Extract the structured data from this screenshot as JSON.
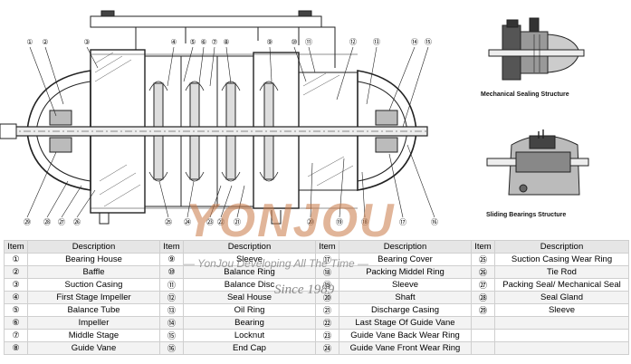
{
  "captions": {
    "mechanical_sealing": "Mechanical Sealing Structure",
    "sliding_bearings": "Sliding Bearings Structure"
  },
  "callouts_top": [
    "①",
    "②",
    "③",
    "④",
    "⑤",
    "⑥",
    "⑦",
    "⑧",
    "⑨",
    "⑩",
    "⑪",
    "⑫",
    "⑬",
    "⑭",
    "⑮"
  ],
  "callouts_bottom": [
    "㉙",
    "㉘",
    "㉗",
    "㉖",
    "㉕",
    "㉔",
    "㉓",
    "㉒",
    "㉑",
    "⑳",
    "⑲",
    "⑱",
    "⑰",
    "⑯"
  ],
  "watermark": {
    "brand": "YONJOU",
    "slogan": "— YonJou Developing All The Time —",
    "since": "Since 1989"
  },
  "table": {
    "headers": [
      "Item",
      "Description",
      "Item",
      "Description",
      "Item",
      "Description",
      "Item",
      "Description"
    ],
    "rows": [
      [
        "①",
        "Bearing House",
        "⑨",
        "Sleeve",
        "⑰",
        "Bearing Cover",
        "㉕",
        "Suction Casing Wear Ring"
      ],
      [
        "②",
        "Baffle",
        "⑩",
        "Balance Ring",
        "⑱",
        "Packing Middel Ring",
        "㉖",
        "Tie Rod"
      ],
      [
        "③",
        "Suction Casing",
        "⑪",
        "Balance Disc",
        "⑲",
        "Sleeve",
        "㉗",
        "Packing Seal/ Mechanical Seal"
      ],
      [
        "④",
        "First Stage Impeller",
        "⑫",
        "Seal House",
        "⑳",
        "Shaft",
        "㉘",
        "Seal Gland"
      ],
      [
        "⑤",
        "Balance Tube",
        "⑬",
        "Oil Ring",
        "㉑",
        "Discharge Casing",
        "㉙",
        "Sleeve"
      ],
      [
        "⑥",
        "Impeller",
        "⑭",
        "Bearing",
        "㉒",
        "Last Stage Of Guide Vane",
        "",
        ""
      ],
      [
        "⑦",
        "Middle Stage",
        "⑮",
        "Locknut",
        "㉓",
        "Guide Vane Back Wear Ring",
        "",
        ""
      ],
      [
        "⑧",
        "Guide Vane",
        "⑯",
        "End Cap",
        "㉔",
        "Guide Vane Front Wear Ring",
        "",
        ""
      ]
    ]
  }
}
